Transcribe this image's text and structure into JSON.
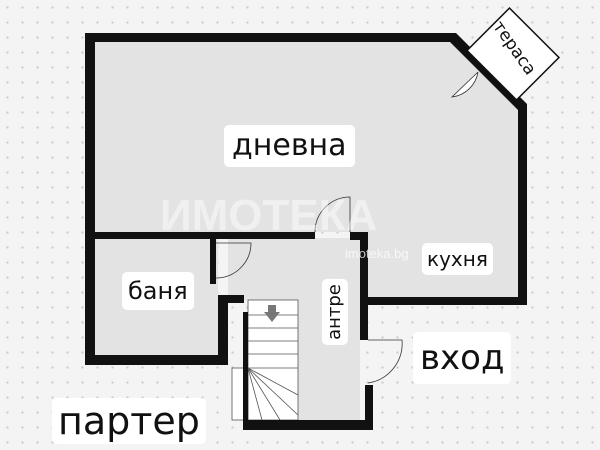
{
  "floor_label": "партер",
  "rooms": {
    "living": "дневна",
    "terrace": "тераса",
    "kitchen": "кухня",
    "bathroom": "баня",
    "hallway": "антре",
    "entrance": "вход"
  },
  "watermark": {
    "logo": "ИМОТЕКА",
    "url": "imoteka.bg"
  },
  "colors": {
    "wall": "#111111",
    "room": "#e3e3e3",
    "background": "#f4f4f4"
  }
}
